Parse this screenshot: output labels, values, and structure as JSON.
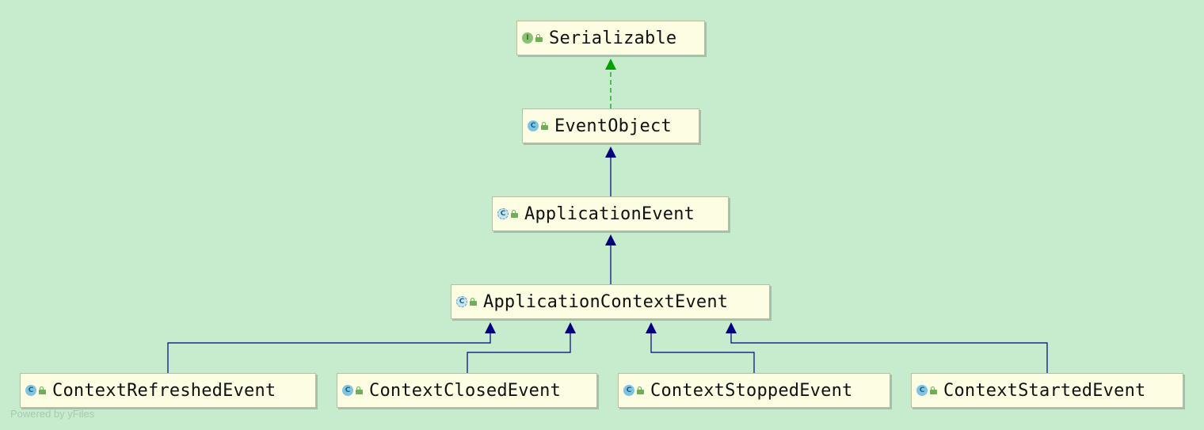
{
  "diagram": {
    "nodes": [
      {
        "id": "serializable",
        "label": "Serializable",
        "kind": "interface",
        "icon_glyph": "I"
      },
      {
        "id": "eventobject",
        "label": "EventObject",
        "kind": "class",
        "icon_glyph": "C"
      },
      {
        "id": "applicationevent",
        "label": "ApplicationEvent",
        "kind": "abstract-class",
        "icon_glyph": "C"
      },
      {
        "id": "applicationcontextevent",
        "label": "ApplicationContextEvent",
        "kind": "abstract-class",
        "icon_glyph": "C"
      },
      {
        "id": "contextrefreshedevent",
        "label": "ContextRefreshedEvent",
        "kind": "class",
        "icon_glyph": "C"
      },
      {
        "id": "contextclosedevent",
        "label": "ContextClosedEvent",
        "kind": "class",
        "icon_glyph": "C"
      },
      {
        "id": "contextstoppedevent",
        "label": "ContextStoppedEvent",
        "kind": "class",
        "icon_glyph": "C"
      },
      {
        "id": "contextstartedevent",
        "label": "ContextStartedEvent",
        "kind": "class",
        "icon_glyph": "C"
      }
    ],
    "edges": [
      {
        "from": "eventobject",
        "to": "serializable",
        "type": "implements"
      },
      {
        "from": "applicationevent",
        "to": "eventobject",
        "type": "extends"
      },
      {
        "from": "applicationcontextevent",
        "to": "applicationevent",
        "type": "extends"
      },
      {
        "from": "contextrefreshedevent",
        "to": "applicationcontextevent",
        "type": "extends"
      },
      {
        "from": "contextclosedevent",
        "to": "applicationcontextevent",
        "type": "extends"
      },
      {
        "from": "contextstoppedevent",
        "to": "applicationcontextevent",
        "type": "extends"
      },
      {
        "from": "contextstartedevent",
        "to": "applicationcontextevent",
        "type": "extends"
      }
    ]
  },
  "colors": {
    "background": "#c7ebcd",
    "node_fill": "#fdfde3",
    "extends_edge": "#00007f",
    "implements_edge": "#00a000"
  },
  "watermark": "Powered by yFiles"
}
